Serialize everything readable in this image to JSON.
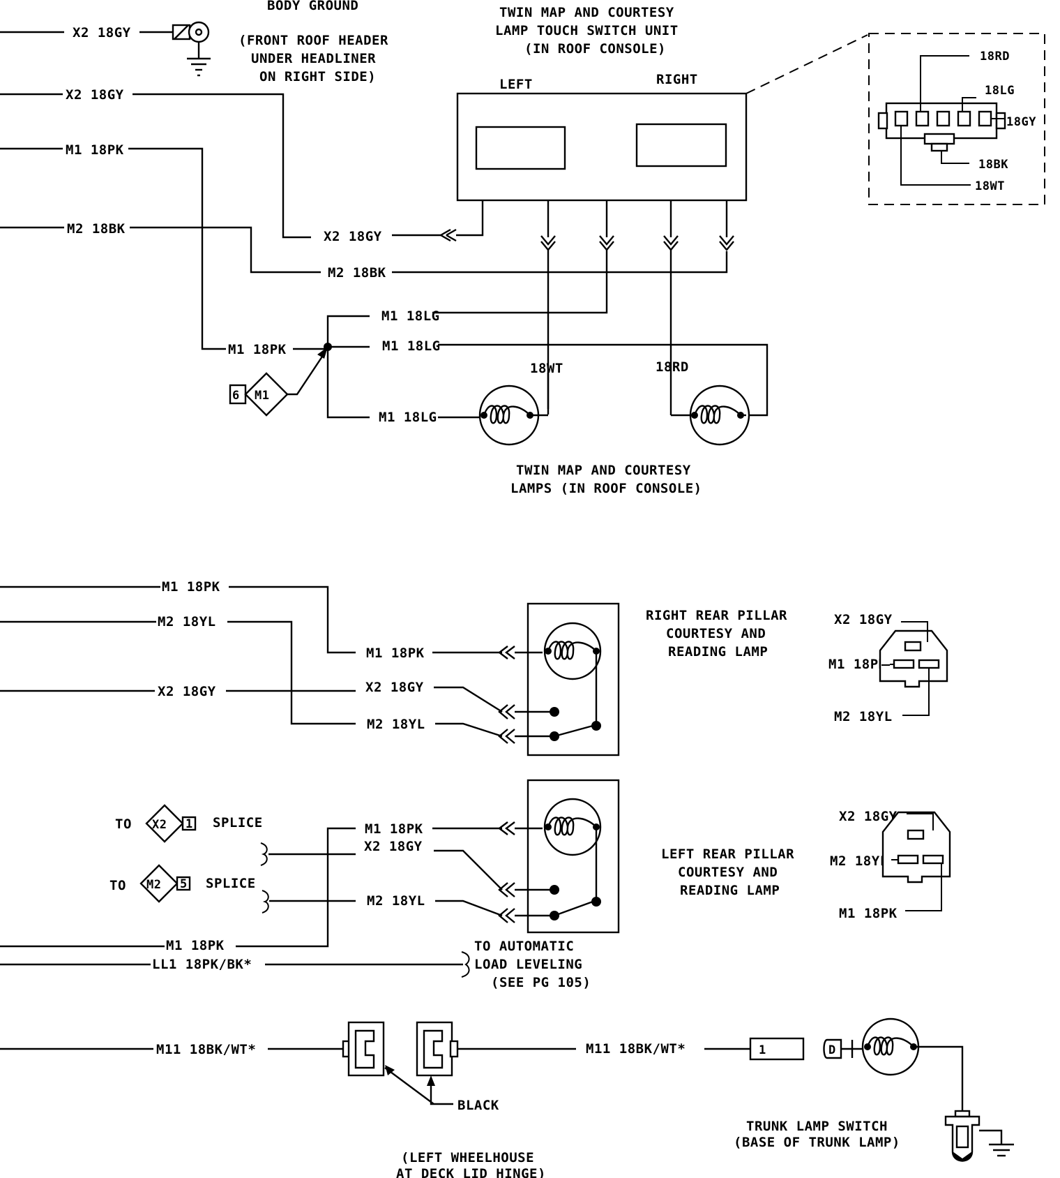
{
  "labels": {
    "body_ground_title": "BODY GROUND",
    "body_ground_loc_1": "(FRONT ROOF HEADER",
    "body_ground_loc_2": "UNDER HEADLINER",
    "body_ground_loc_3": "ON RIGHT SIDE)",
    "switch_title_1": "TWIN MAP AND COURTESY",
    "switch_title_2": "LAMP TOUCH SWITCH UNIT",
    "switch_title_3": "(IN ROOF CONSOLE)",
    "left": "LEFT",
    "right": "RIGHT",
    "twin_lamps_1": "TWIN MAP AND COURTESY",
    "twin_lamps_2": "LAMPS (IN ROOF CONSOLE)",
    "rr_pillar_1": "RIGHT REAR PILLAR",
    "rr_pillar_2": "COURTESY AND",
    "rr_pillar_3": "READING LAMP",
    "lr_pillar_1": "LEFT REAR PILLAR",
    "lr_pillar_2": "COURTESY AND",
    "lr_pillar_3": "READING LAMP",
    "to": "TO",
    "splice": "SPLICE",
    "auto_level_1": "TO AUTOMATIC",
    "auto_level_2": "LOAD LEVELING",
    "auto_level_3": "(SEE PG 105)",
    "black": "BLACK",
    "wheelhouse_1": "(LEFT WHEELHOUSE",
    "wheelhouse_2": "AT DECK LID HINGE)",
    "trunk_switch_1": "TRUNK LAMP SWITCH",
    "trunk_switch_2": "(BASE OF TRUNK LAMP)"
  },
  "wires": {
    "x2_18gy": "X2 18GY",
    "m1_18pk": "M1 18PK",
    "m2_18bk": "M2 18BK",
    "m1_18lg": "M1 18LG",
    "m2_18yl": "M2 18YL",
    "ll1_18pkbk": "LL1 18PK/BK*",
    "m11_18bkwt": "M11 18BK/WT*",
    "w18wt": "18WT",
    "w18rd": "18RD",
    "w18lg": "18LG",
    "w18gy": "18GY",
    "w18bk": "18BK"
  },
  "splices": {
    "m1_6": {
      "circuit": "M1",
      "number": "6"
    },
    "x2_1": {
      "circuit": "X2",
      "number": "1"
    },
    "m2_5": {
      "circuit": "M2",
      "number": "5"
    }
  },
  "connector_tags": {
    "trunk_switch_pin": "1",
    "trunk_lamp_plug": "D"
  }
}
